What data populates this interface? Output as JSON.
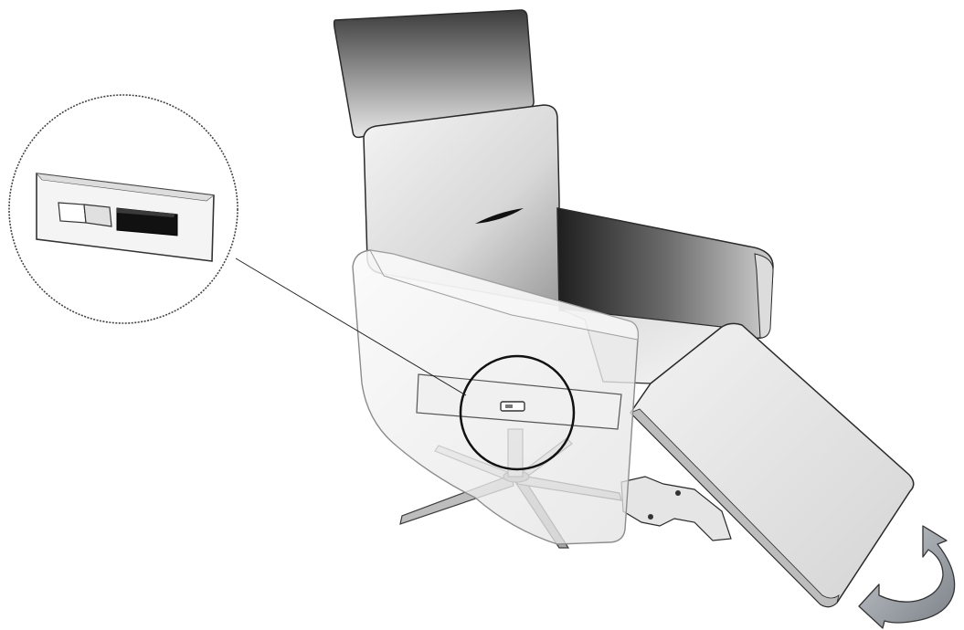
{
  "figure": {
    "subject": "recliner-chair",
    "background": "#ffffff",
    "colors": {
      "outline": "#333333",
      "shade_dark": "#3a3a3a",
      "shade_mid": "#8a8a8a",
      "shade_light": "#e6e6e6",
      "switch_dark": "#111111",
      "arrow_fill": "#9aa0a6"
    },
    "callout": {
      "shows": "control-switch-panel",
      "icon": "magnifier-circle"
    },
    "motion_indicator": {
      "icon": "curved-double-arrow",
      "meaning": "footrest-tilt"
    }
  }
}
